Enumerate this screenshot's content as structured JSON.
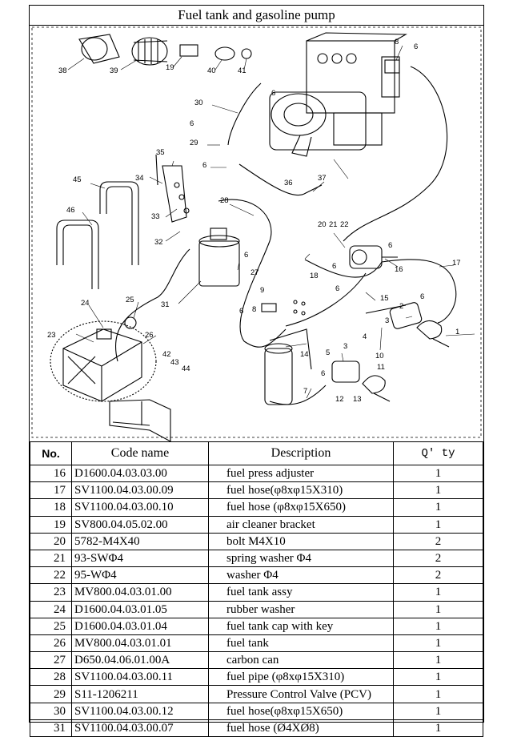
{
  "title": "Fuel tank  and  gasoline pump",
  "callouts": [
    "1",
    "2",
    "3",
    "4",
    "5",
    "6",
    "7",
    "8",
    "9",
    "10",
    "11",
    "12",
    "13",
    "14",
    "15",
    "16",
    "17",
    "18",
    "19",
    "20",
    "21",
    "22",
    "23",
    "24",
    "25",
    "26",
    "27",
    "28",
    "29",
    "30",
    "31",
    "32",
    "33",
    "34",
    "35",
    "36",
    "37",
    "38",
    "39",
    "40",
    "41",
    "42",
    "43",
    "44",
    "45",
    "46"
  ],
  "table": {
    "headers": {
      "no": "No.",
      "code": "Code name",
      "description": "Description",
      "qty": "Q' ty"
    },
    "rows": [
      {
        "no": "16",
        "code": "D1600.04.03.03.00",
        "description": "fuel press adjuster",
        "qty": "1"
      },
      {
        "no": "17",
        "code": "SV1100.04.03.00.09",
        "description": "fuel hose(φ8xφ15X310)",
        "qty": "1"
      },
      {
        "no": "18",
        "code": "SV1100.04.03.00.10",
        "description": "fuel hose (φ8xφ15X650)",
        "qty": "1"
      },
      {
        "no": "19",
        "code": "SV800.04.05.02.00",
        "description": "air cleaner bracket",
        "qty": "1"
      },
      {
        "no": "20",
        "code": "5782-M4X40",
        "description": "bolt M4X10",
        "qty": "2"
      },
      {
        "no": "21",
        "code": "93-SWΦ4",
        "description": "spring washer Φ4",
        "qty": "2"
      },
      {
        "no": "22",
        "code": "95-WΦ4",
        "description": "washer Φ4",
        "qty": "2"
      },
      {
        "no": "23",
        "code": "MV800.04.03.01.00",
        "description": "fuel tank assy",
        "qty": "1"
      },
      {
        "no": "24",
        "code": "D1600.04.03.01.05",
        "description": "rubber washer",
        "qty": "1"
      },
      {
        "no": "25",
        "code": "D1600.04.03.01.04",
        "description": "fuel tank cap with key",
        "qty": "1"
      },
      {
        "no": "26",
        "code": "MV800.04.03.01.01",
        "description": "fuel tank",
        "qty": "1"
      },
      {
        "no": "27",
        "code": "D650.04.06.01.00A",
        "description": "carbon can",
        "qty": "1"
      },
      {
        "no": "28",
        "code": "SV1100.04.03.00.11",
        "description": "fuel pipe (φ8xφ15X310)",
        "qty": "1"
      },
      {
        "no": "29",
        "code": "S11-1206211",
        "description": "Pressure Control Valve (PCV)",
        "qty": "1"
      },
      {
        "no": "30",
        "code": "SV1100.04.03.00.12",
        "description": "fuel hose(φ8xφ15X650)",
        "qty": "1"
      },
      {
        "no": "31",
        "code": "SV1100.04.03.00.07",
        "description": "fuel hose (Ø4XØ8)",
        "qty": "1"
      }
    ]
  }
}
